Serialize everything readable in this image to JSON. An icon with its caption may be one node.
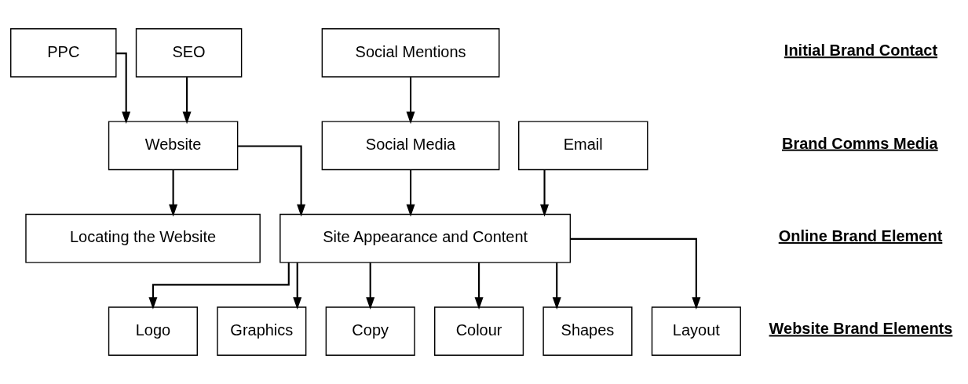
{
  "diagram": {
    "nodes": [
      {
        "text": [
          "PPC"
        ]
      },
      {
        "text": [
          "SEO"
        ]
      },
      {
        "text": [
          "Social Mentions"
        ]
      },
      {
        "text": [
          "Website"
        ]
      },
      {
        "text": [
          "Social Media"
        ]
      },
      {
        "text": [
          "Email"
        ]
      },
      {
        "text": [
          "Locating the Website"
        ]
      },
      {
        "text": [
          "Site Appearance and Content"
        ]
      },
      {
        "text": [
          "Logo"
        ]
      },
      {
        "text": [
          "Graphics"
        ]
      },
      {
        "text": [
          "Copy"
        ]
      },
      {
        "text": [
          "Colour"
        ]
      },
      {
        "text": [
          "Shapes"
        ]
      },
      {
        "text": [
          "Layout"
        ]
      }
    ],
    "edges": [
      {
        "from": 0,
        "to": 3,
        "arrow": "to"
      },
      {
        "from": 1,
        "to": 3,
        "arrow": "to"
      },
      {
        "from": 2,
        "to": 4,
        "arrow": "to"
      },
      {
        "from": 3,
        "to": 6,
        "arrow": "to"
      },
      {
        "from": 3,
        "to": 7,
        "arrow": "to"
      },
      {
        "from": 4,
        "to": 7,
        "arrow": "to"
      },
      {
        "from": 5,
        "to": 7,
        "arrow": "to"
      },
      {
        "from": 7,
        "to": 8,
        "arrow": "to"
      },
      {
        "from": 7,
        "to": 9,
        "arrow": "to"
      },
      {
        "from": 7,
        "to": 10,
        "arrow": "to"
      },
      {
        "from": 7,
        "to": 11,
        "arrow": "to"
      },
      {
        "from": 7,
        "to": 12,
        "arrow": "to"
      },
      {
        "from": 7,
        "to": 13,
        "arrow": "to"
      }
    ],
    "labels": [
      "Initial Brand Contact",
      "Brand Comms Media",
      "Online Brand Element",
      "Website Brand Elements"
    ]
  }
}
